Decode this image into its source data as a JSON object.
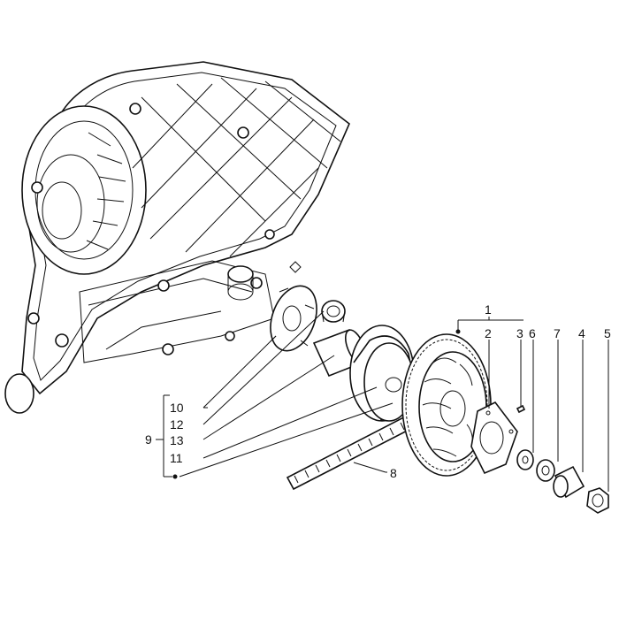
{
  "callouts": [
    {
      "id": "c1",
      "text": "1"
    },
    {
      "id": "c2",
      "text": "2"
    },
    {
      "id": "c3",
      "text": "3"
    },
    {
      "id": "c6",
      "text": "6"
    },
    {
      "id": "c7",
      "text": "7"
    },
    {
      "id": "c4",
      "text": "4"
    },
    {
      "id": "c5",
      "text": "5"
    },
    {
      "id": "c8",
      "text": "8"
    },
    {
      "id": "c9",
      "text": "9"
    },
    {
      "id": "c10",
      "text": "10"
    },
    {
      "id": "c12",
      "text": "12"
    },
    {
      "id": "c13",
      "text": "13"
    },
    {
      "id": "c11",
      "text": "11"
    }
  ]
}
